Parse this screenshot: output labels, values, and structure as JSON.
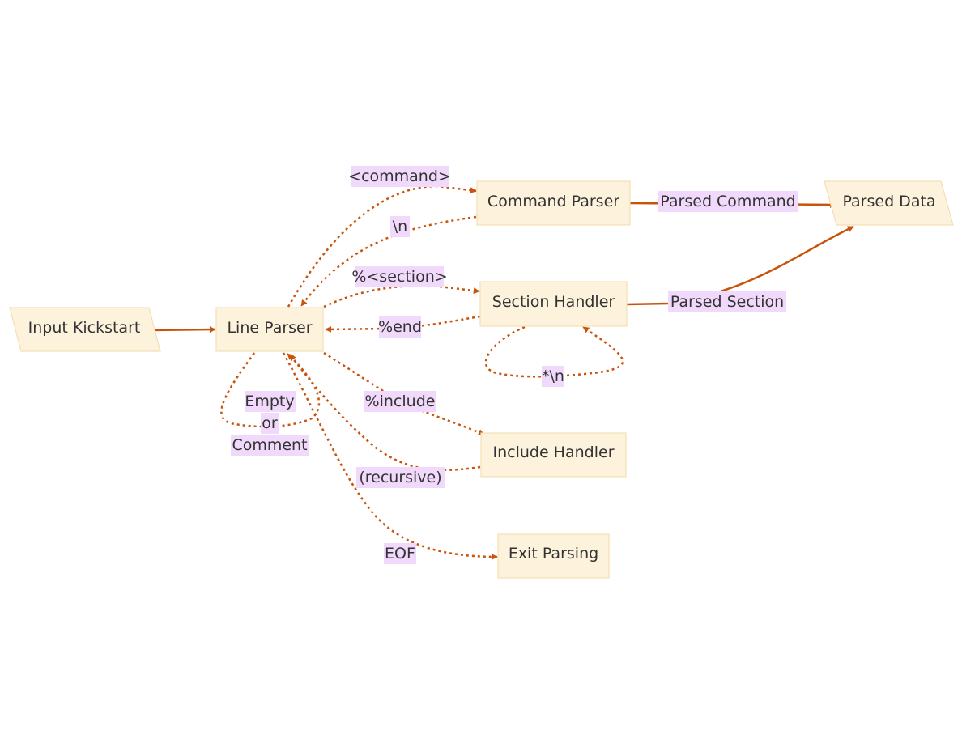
{
  "colors": {
    "node_fill": "#fdf2dc",
    "node_stroke": "#f4dfb6",
    "edge": "#c8540b",
    "edge_label_bg": "#f1d9fb",
    "text": "#333333"
  },
  "nodes": {
    "input_kickstart": "Input Kickstart",
    "line_parser": "Line Parser",
    "command_parser": "Command Parser",
    "parsed_data": "Parsed Data",
    "section_handler": "Section Handler",
    "include_handler": "Include Handler",
    "exit_parsing": "Exit Parsing"
  },
  "edge_labels": {
    "command": "<command>",
    "newline": "\\n",
    "section": "%<section>",
    "end": "%end",
    "star_newline": "*\\n",
    "include": "%include",
    "recursive": "(recursive)",
    "empty_line1": "Empty",
    "empty_line2": "or",
    "empty_line3": "Comment",
    "eof": "EOF",
    "parsed_command": "Parsed Command",
    "parsed_section": "Parsed Section"
  }
}
